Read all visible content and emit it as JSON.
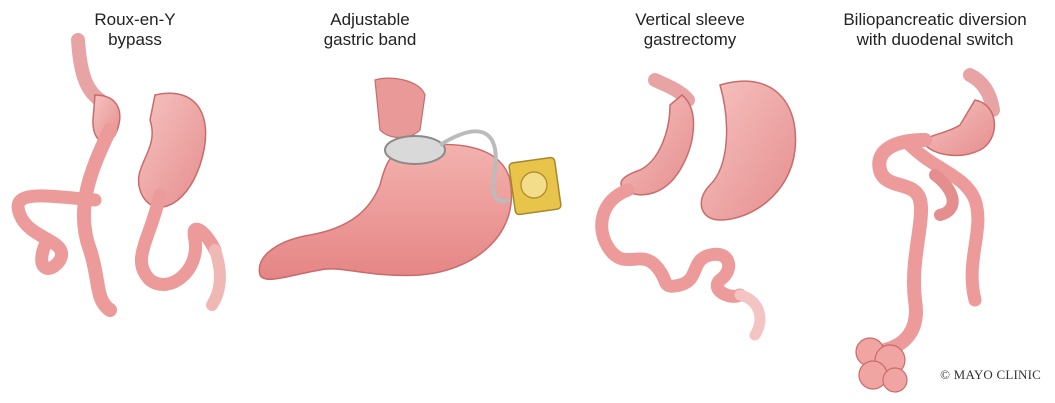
{
  "panels": [
    {
      "id": "roux-en-y",
      "title_lines": [
        "Roux-en-Y",
        "bypass"
      ]
    },
    {
      "id": "gastric-band",
      "title_lines": [
        "Adjustable",
        "gastric band"
      ]
    },
    {
      "id": "sleeve",
      "title_lines": [
        "Vertical sleeve",
        "gastrectomy"
      ]
    },
    {
      "id": "duodenal-switch",
      "title_lines": [
        "Biliopancreatic diversion",
        "with duodenal switch"
      ]
    }
  ],
  "copyright": "© MAYO CLINIC",
  "colors": {
    "tissue": "#ec9a9a",
    "tissue_light": "#f6c3c0",
    "tissue_dark": "#c96b6b",
    "port": "#e8c44a"
  }
}
